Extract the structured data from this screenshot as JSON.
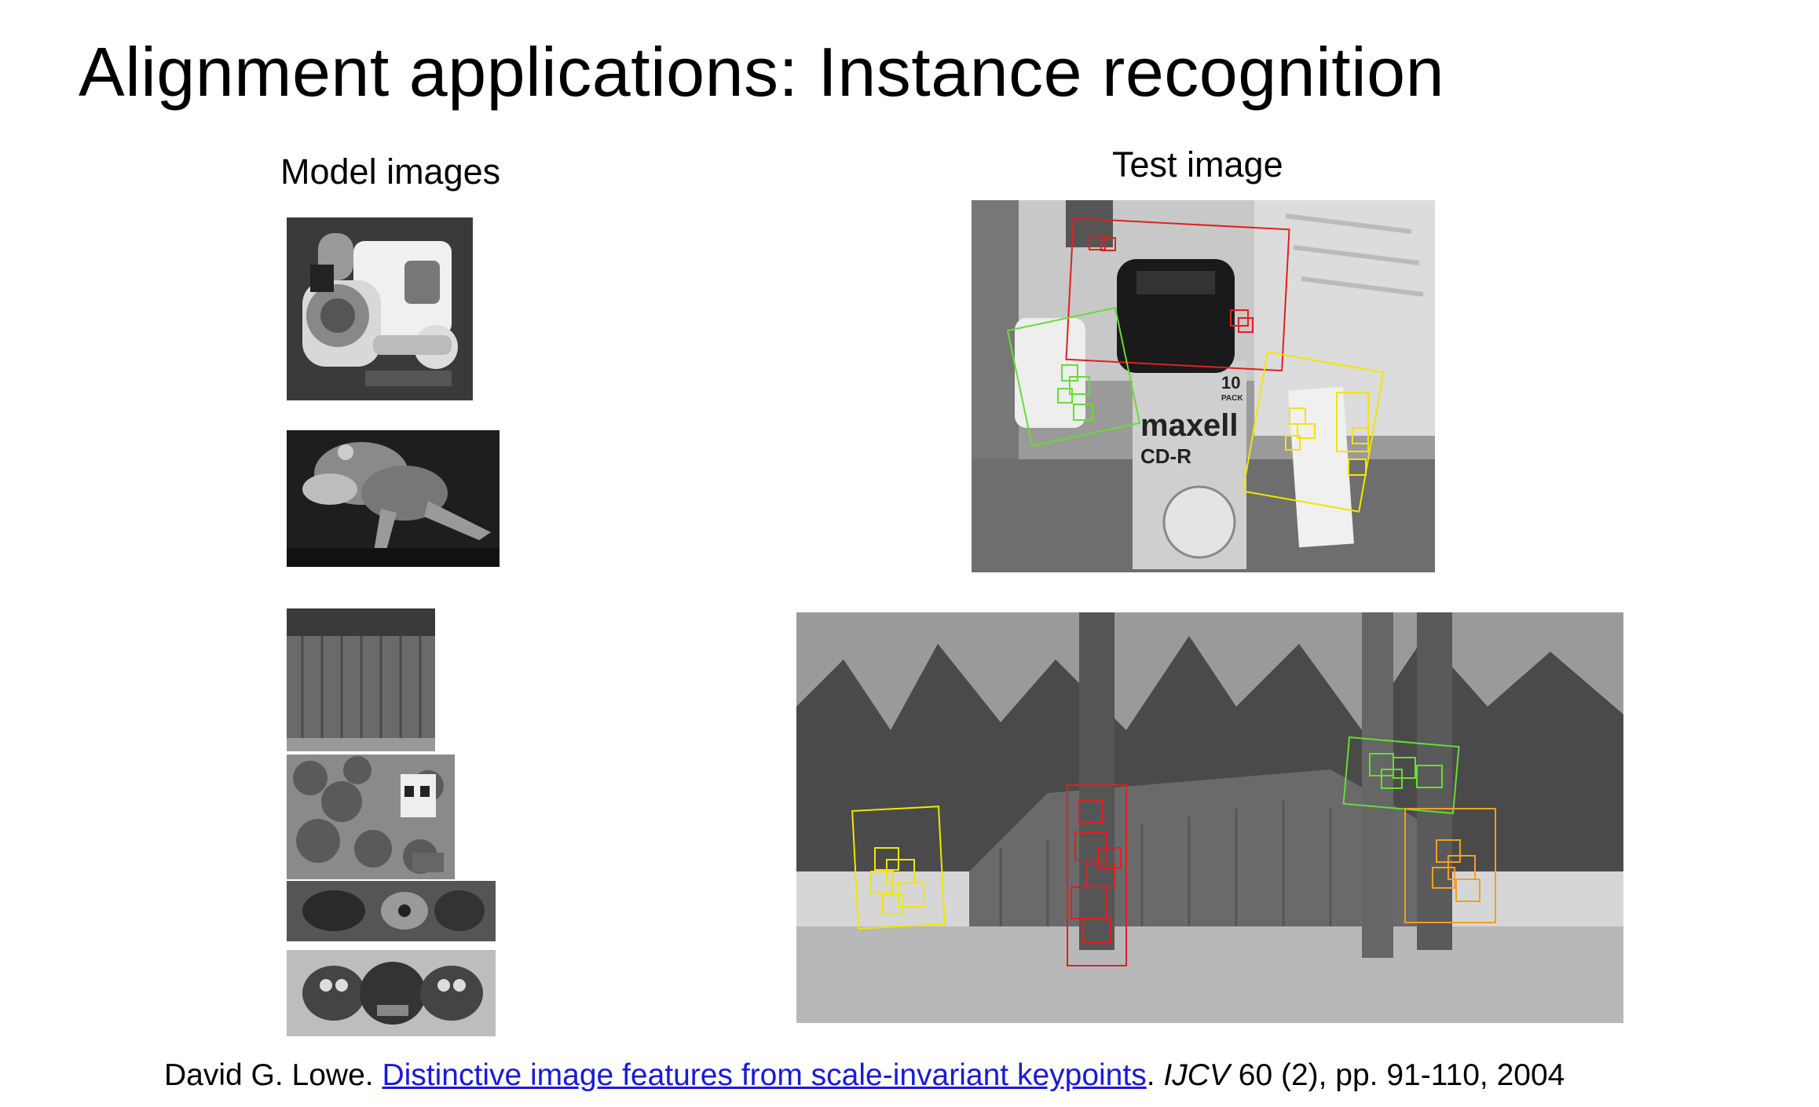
{
  "slide": {
    "title": "Alignment applications: Instance recognition",
    "model_label": "Model images",
    "test_label": "Test image"
  },
  "citation": {
    "author": "David G. Lowe.",
    "link_text": "Distinctive image features from scale-invariant keypoints",
    "after_link": ".",
    "journal": "IJCV",
    "details": "60 (2), pp. 91-110, 2004"
  },
  "photo_text": {
    "box_brand": "maxell",
    "box_product": "CD-R",
    "box_pack_count": "10",
    "box_pack_word": "PACK"
  },
  "colors": {
    "match_red": "#e02020",
    "match_green": "#66dd33",
    "match_yellow": "#f2e600",
    "match_orange": "#f0a020",
    "link": "#1a1ad6"
  }
}
